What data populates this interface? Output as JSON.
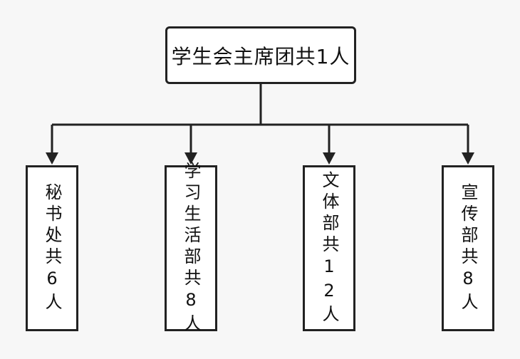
{
  "root": {
    "label": "学生会主席团共1人"
  },
  "departments": [
    {
      "label": "秘书处共6人"
    },
    {
      "label": "学习生活部共8人"
    },
    {
      "label": "文体部共12人"
    },
    {
      "label": "宣传部共8人"
    }
  ],
  "colors": {
    "background": "#f7f7f7",
    "box_fill": "#ffffff",
    "stroke": "#222222",
    "text": "#111111"
  }
}
